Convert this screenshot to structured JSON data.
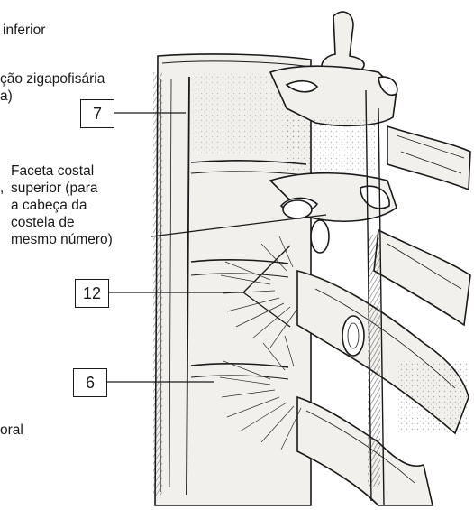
{
  "labels": {
    "inferior": "inferior",
    "zig_line1": "ção zigapofisária",
    "zig_line2": "a)",
    "facet_line1": "Faceta costal",
    "facet_line2": "superior (para",
    "facet_line3": "a cabeça da",
    "facet_line4": "costela de",
    "facet_line5": "mesmo número)",
    "oral": "oral",
    "comma": ","
  },
  "callouts": {
    "box_7": "7",
    "box_12": "12",
    "box_6": "6"
  },
  "colors": {
    "ink": "#1a1a1a",
    "bone_fill": "#f2f0ec",
    "shade": "#4a4a4a",
    "dark_shade": "#222222",
    "background": "#ffffff"
  }
}
